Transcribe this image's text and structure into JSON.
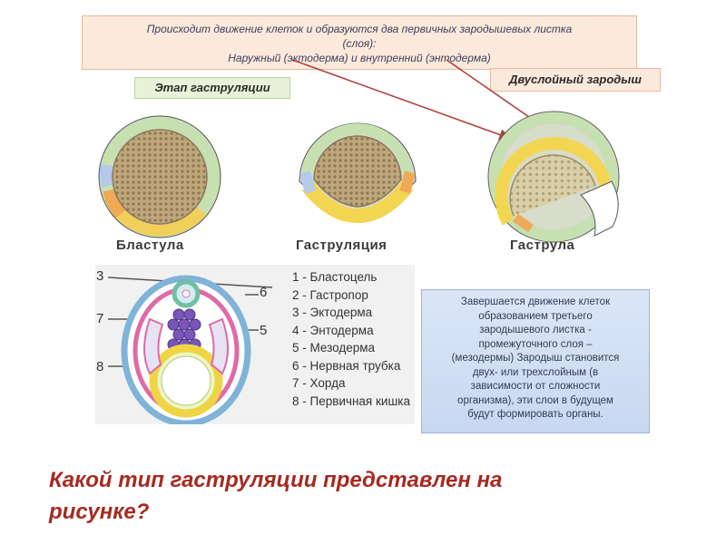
{
  "top_note": {
    "line1": "Происходит движение клеток и образуются два первичных зародышевых листка",
    "line2": "(слоя):",
    "line3": "Наружный (эктодерма) и внутренний (энтодерма)"
  },
  "stage_label": "Этап гаструляции",
  "bilayer_label": "Двуслойный зародыш",
  "stages": [
    "Бластула",
    "Гаструляция",
    "Гаструла"
  ],
  "diagram_numbers": [
    "3",
    "6",
    "7",
    "5",
    "8"
  ],
  "legend": [
    "1 - Бластоцель",
    "2 - Гастропор",
    "3 - Эктодерма",
    "4 - Энтодерма",
    "5 - Мезодерма",
    "6 - Нервная трубка",
    "7 - Хорда",
    "8 - Первичная кишка"
  ],
  "completion_text": [
    "Завершается движение клеток",
    "образованием  третьего",
    "зародышевого листка  -",
    "промежуточного слоя –",
    "(мезодермы) Зародыш становится",
    "двух- или трехслойным (в",
    "зависимости от сложности",
    "организма), эти слои в будущем",
    "будут формировать органы."
  ],
  "question": {
    "line1": "Какой тип гаструляции представлен на",
    "line2": "рисунке?"
  },
  "colors": {
    "note_bg": "#fbe9dc",
    "label_bg": "#e7f2d8",
    "box_bg": "#dbe6f7",
    "arrow": "#b0433c",
    "question": "#a52a20",
    "ectoderm": "#c9e3b9",
    "endoderm": "#f2d652",
    "mesoderm": "#7a55b8",
    "neural": "#e9669c"
  }
}
